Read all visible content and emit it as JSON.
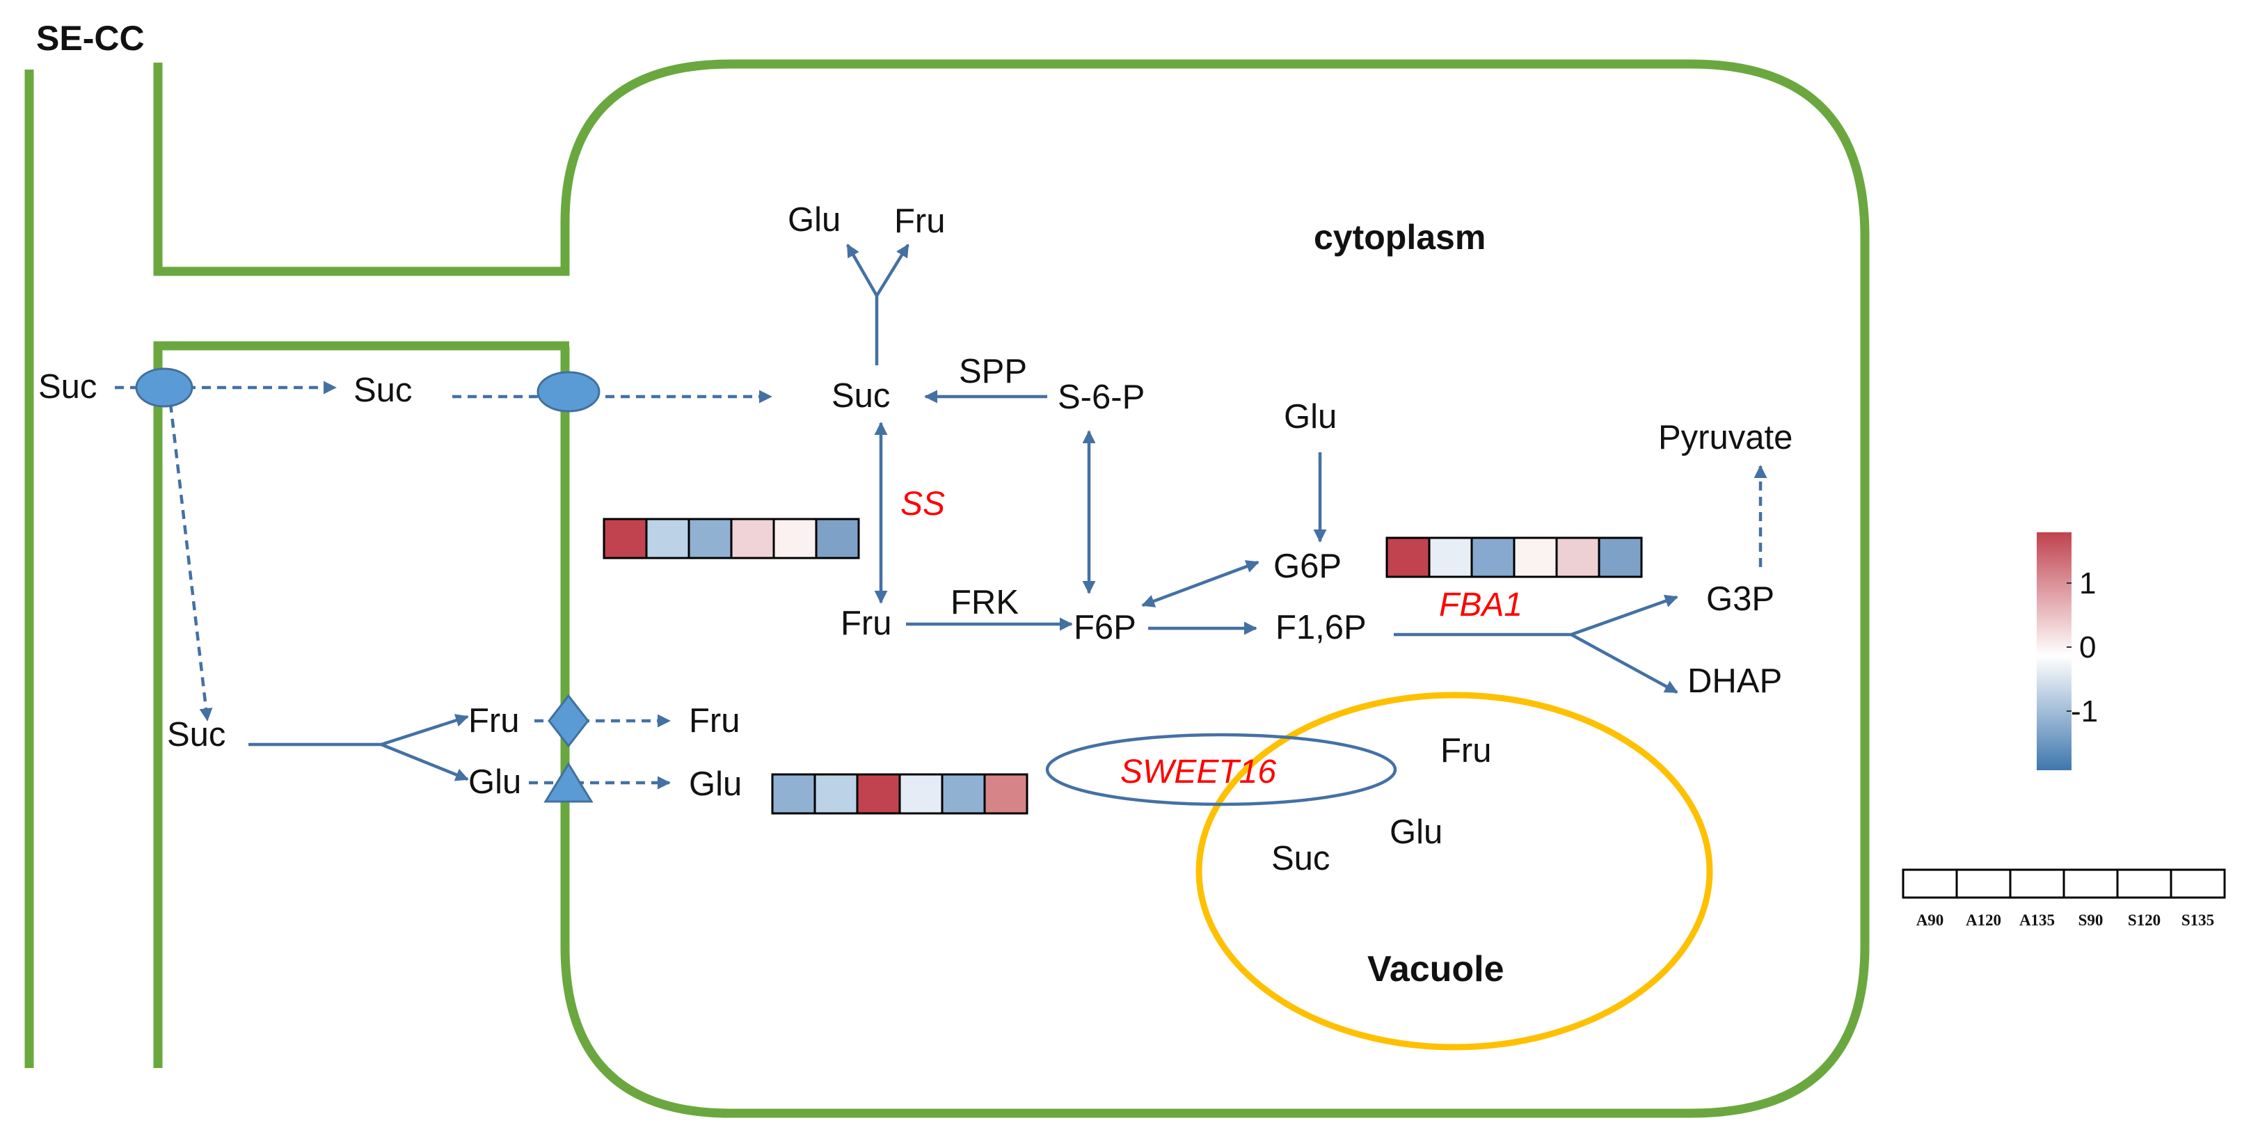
{
  "labels": {
    "se_cc": "SE-CC",
    "cytoplasm": "cytoplasm",
    "vacuole": "Vacuole",
    "suc_phloem": "Suc",
    "suc_wall": "Suc",
    "suc_cyto": "Suc",
    "suc_lower": "Suc",
    "glu_top": "Glu",
    "fru_top": "Fru",
    "spp": "SPP",
    "s6p": "S-6-P",
    "glu_mid": "Glu",
    "pyruvate": "Pyruvate",
    "fru_mid": "Fru",
    "frk": "FRK",
    "f6p": "F6P",
    "g6p": "G6P",
    "f16p": "F1,6P",
    "g3p": "G3P",
    "dhap": "DHAP",
    "fru_transporter": "Fru",
    "fru_out": "Fru",
    "glu_transporter": "Glu",
    "glu_out": "Glu",
    "vac_fru": "Fru",
    "vac_glu": "Glu",
    "vac_suc": "Suc"
  },
  "genes": {
    "ss": "SS",
    "fba1": "FBA1",
    "sweet16": "SWEET16"
  },
  "heatmaps": {
    "ss": [
      "#c0434f",
      "#bcd2e6",
      "#90b1d2",
      "#efd3d6",
      "#fbf1f1",
      "#7ea1c8"
    ],
    "fba1": [
      "#c0434f",
      "#e8eef6",
      "#87a9cf",
      "#fbf3f2",
      "#ecd0d3",
      "#7ea1c8"
    ],
    "sweet16": [
      "#90b1d2",
      "#bcd2e6",
      "#c0434f",
      "#e5ecf5",
      "#90b1d2",
      "#d68487"
    ]
  },
  "legend": {
    "ticks": [
      "1",
      "0",
      "-1"
    ],
    "colors": {
      "high": "#c0434f",
      "mid": "#ffffff",
      "low": "#3f77ae"
    },
    "columns": [
      "A90",
      "A120",
      "A135",
      "S90",
      "S120",
      "S135"
    ]
  },
  "colors": {
    "cell_wall": "#6aa83f",
    "vacuole_membrane": "#ffc000",
    "arrow": "#4471a4",
    "gene_label": "#ff0000",
    "transporter": "#5b9bd5"
  }
}
